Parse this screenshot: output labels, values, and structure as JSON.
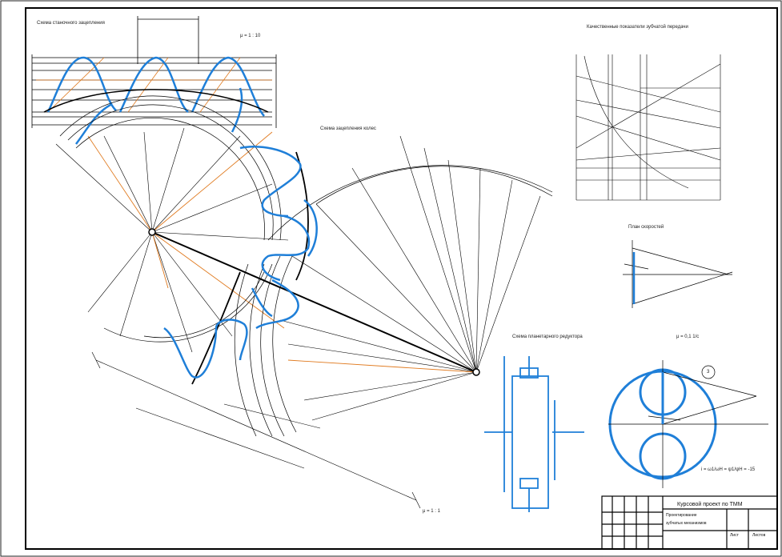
{
  "sheet": {
    "titles": {
      "gear_mesh": "Схема станочного зацепления",
      "wheel_mesh": "Схема зацепления колес",
      "quality_chart": "Качественные показатели зубчатой передачи",
      "speed_plan": "План скоростей",
      "kinematic": "Схема планетарного редуктора"
    },
    "scale_labels": {
      "mu_top": "μ = 1 : 10",
      "mu_bottom": "μ = 1 : 1",
      "mu_speed": "μ = 0,1 1/с"
    },
    "formula": "i = ω1/ωH = ψ1/ψH = -15",
    "node_label": "3",
    "title_block": {
      "main": "Курсовой проект по ТММ",
      "line1": "Проектирование",
      "line2": "зубчатых механизмов",
      "sheet": "Лист",
      "sheets": "Листов"
    }
  },
  "colors": {
    "line": "#000000",
    "profile": "#1f7fd8",
    "construction": "#e07a1f"
  }
}
